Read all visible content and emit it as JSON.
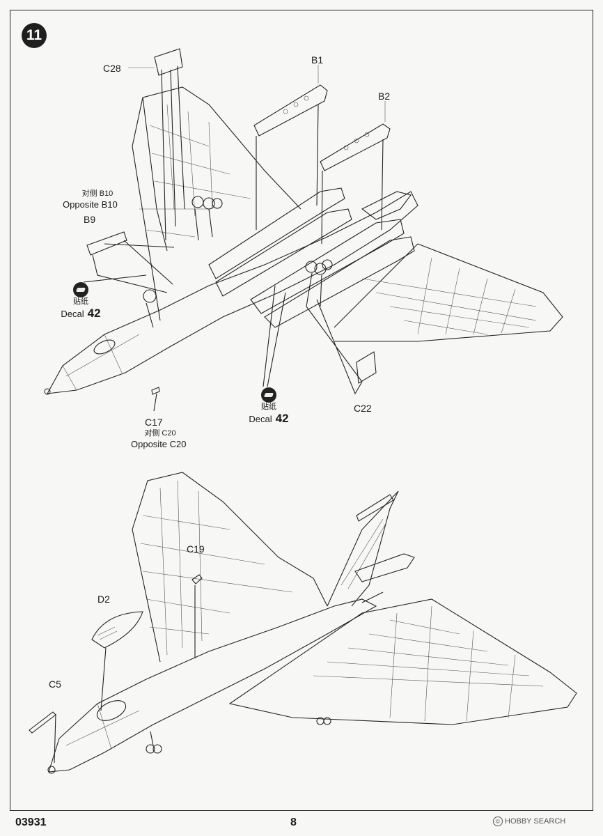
{
  "step": "11",
  "top_view": {
    "labels": {
      "c28": "C28",
      "b1": "B1",
      "b2": "B2",
      "opp_cn": "对侧 B10",
      "opp_en": "Opposite B10",
      "b9": "B9",
      "c17": "C17",
      "c20_cn": "对侧 C20",
      "c20_en": "Opposite C20",
      "c22": "C22"
    },
    "decal_left": {
      "cn": "贴纸",
      "en": "Decal",
      "num": "42"
    },
    "decal_center": {
      "cn": "贴纸",
      "en": "Decal",
      "num": "42"
    }
  },
  "bottom_view": {
    "labels": {
      "c19": "C19",
      "d2": "D2",
      "c5": "C5"
    }
  },
  "footer": {
    "code": "03931",
    "page": "8",
    "watermark_mark": "©",
    "watermark": "HOBBY SEARCH"
  }
}
